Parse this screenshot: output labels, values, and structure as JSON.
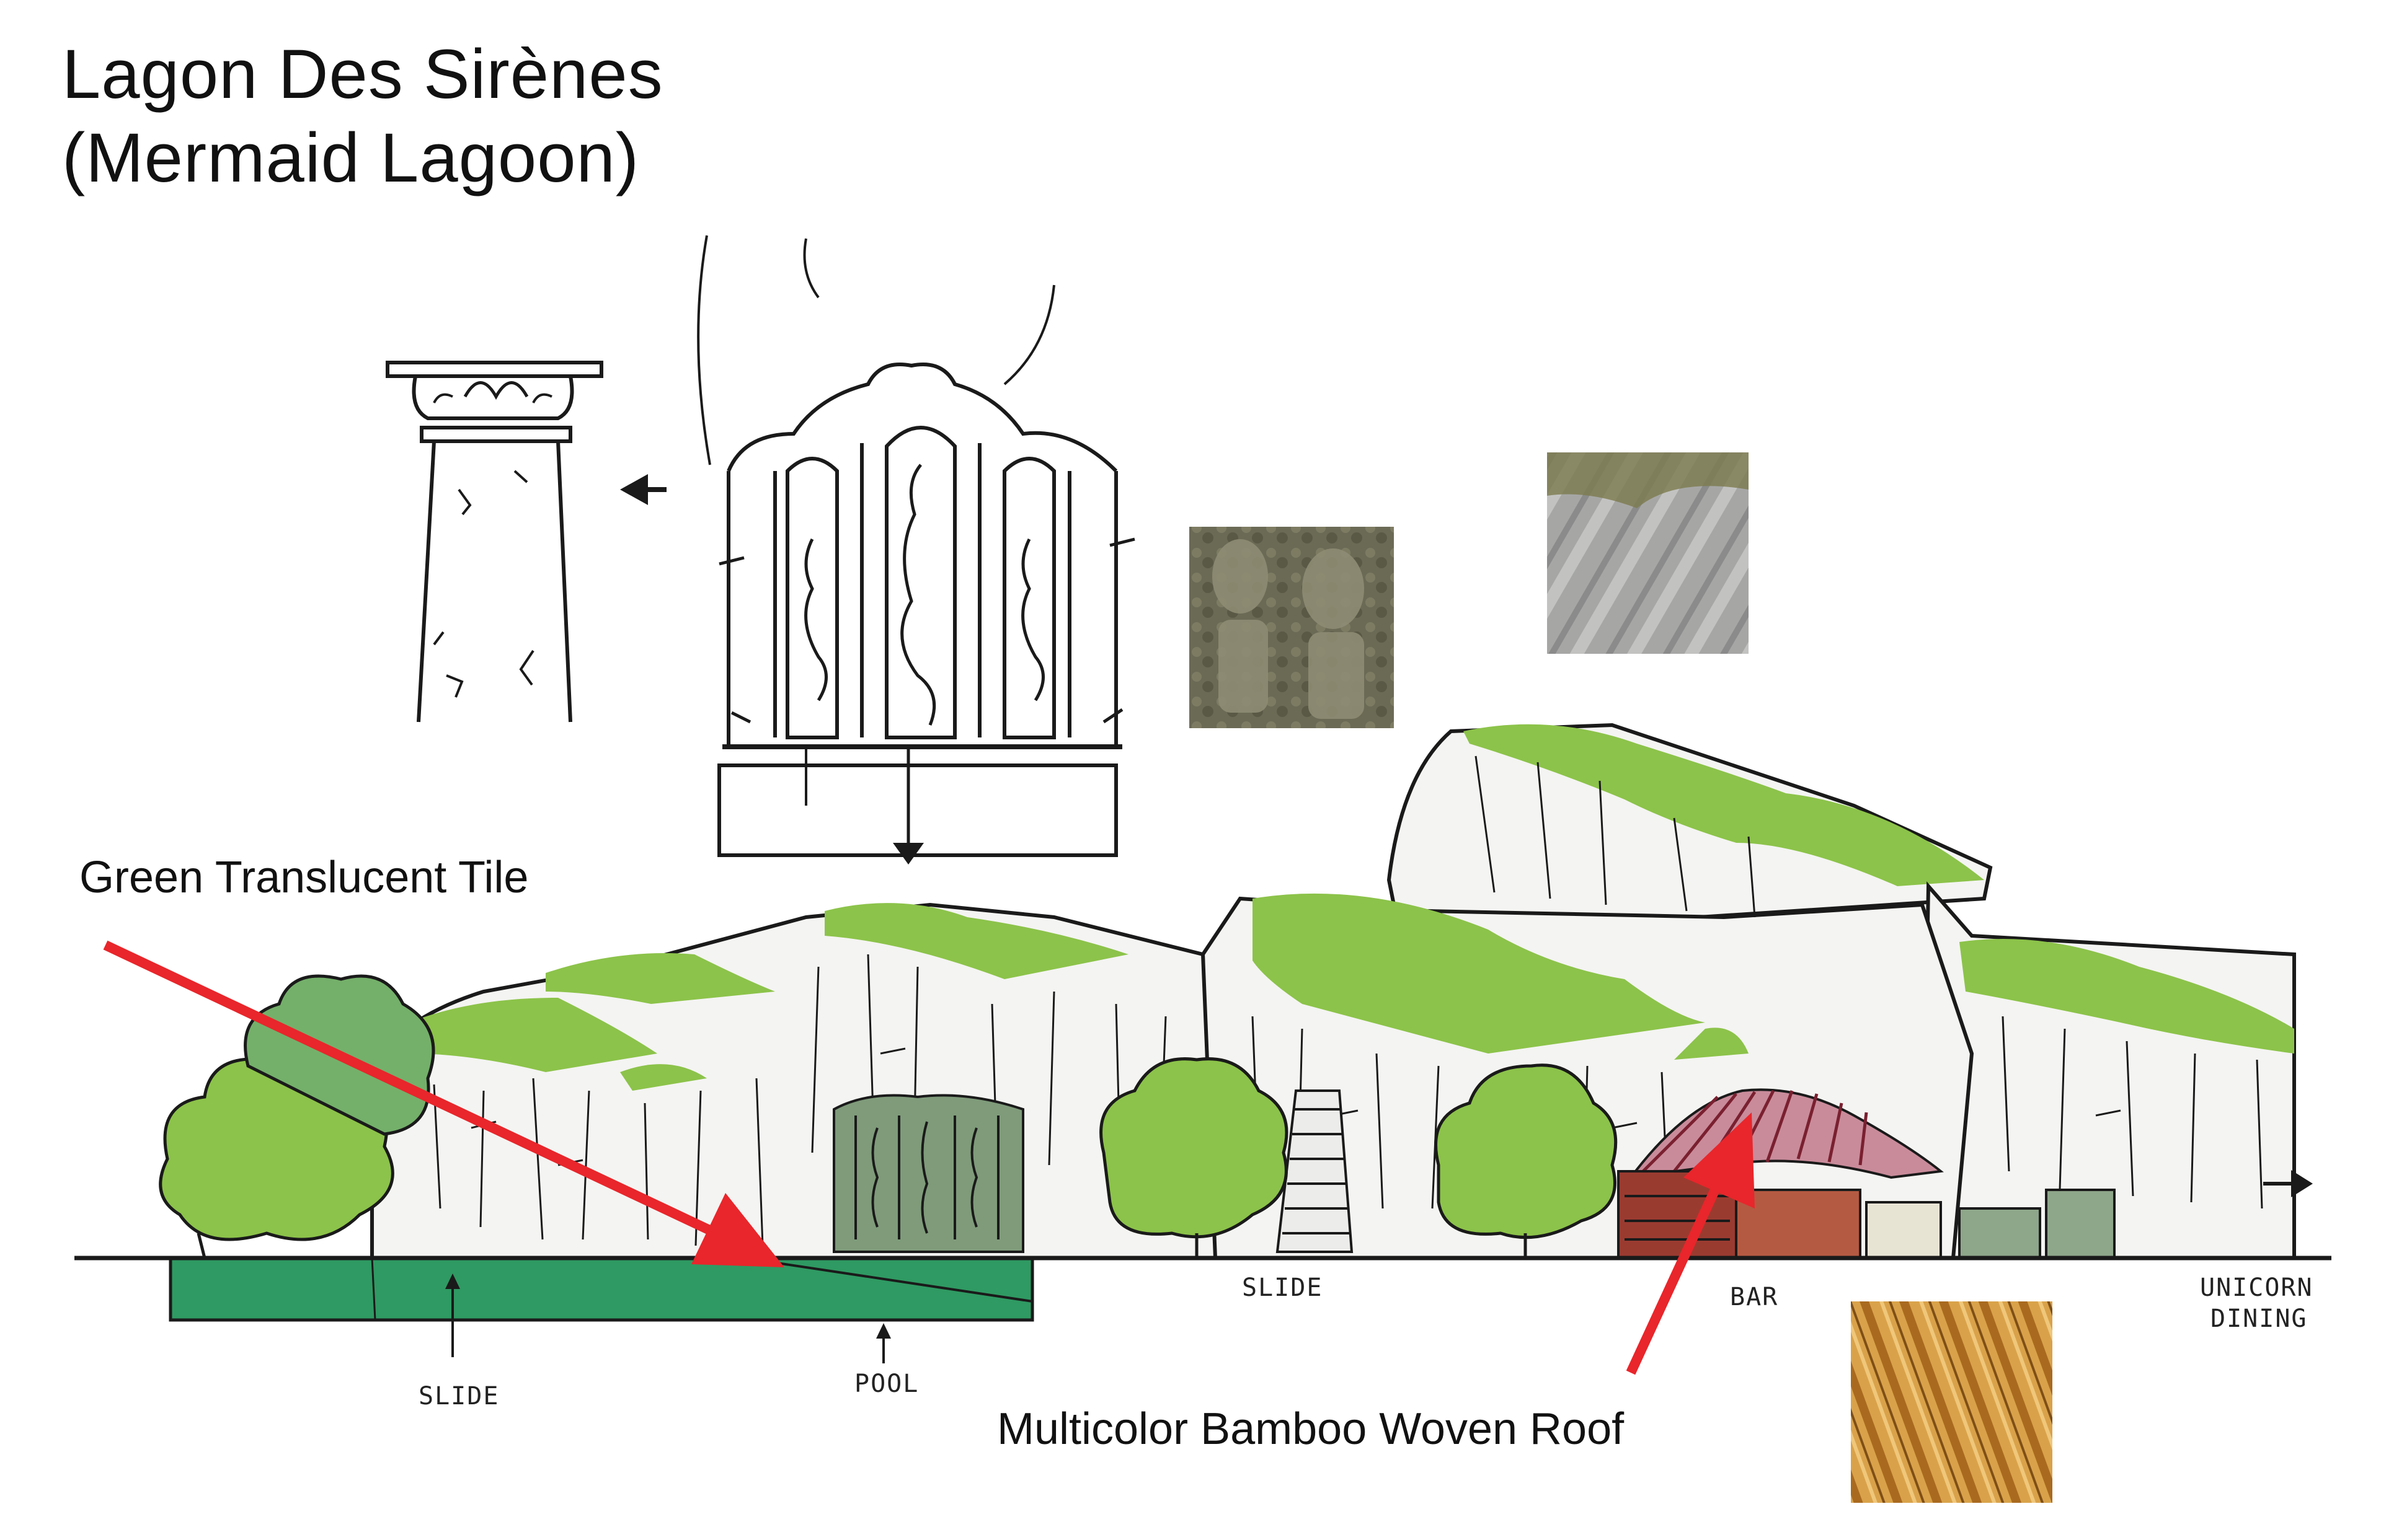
{
  "title": {
    "line1": "Lagon Des Sirènes",
    "line2": "(Mermaid Lagoon)"
  },
  "callouts": {
    "green_tile": "Green Translucent Tile",
    "bamboo_roof": "Multicolor Bamboo Woven Roof"
  },
  "sketch_labels": {
    "slide_left": "SLIDE",
    "pool": "POOL",
    "slide_center": "SLIDE",
    "bar": "BAR",
    "unicorn_dining_1": "UNICORN",
    "unicorn_dining_2": "DINING"
  },
  "colors": {
    "arrow_red": "#e8262b",
    "moss_green": "#8cc34a",
    "pool_green": "#2f9a63",
    "rock_white": "#f4f4f2",
    "ink": "#1a1a1a",
    "bar_red": "#9a3b30",
    "bamboo_gold": "#c98b2e"
  }
}
